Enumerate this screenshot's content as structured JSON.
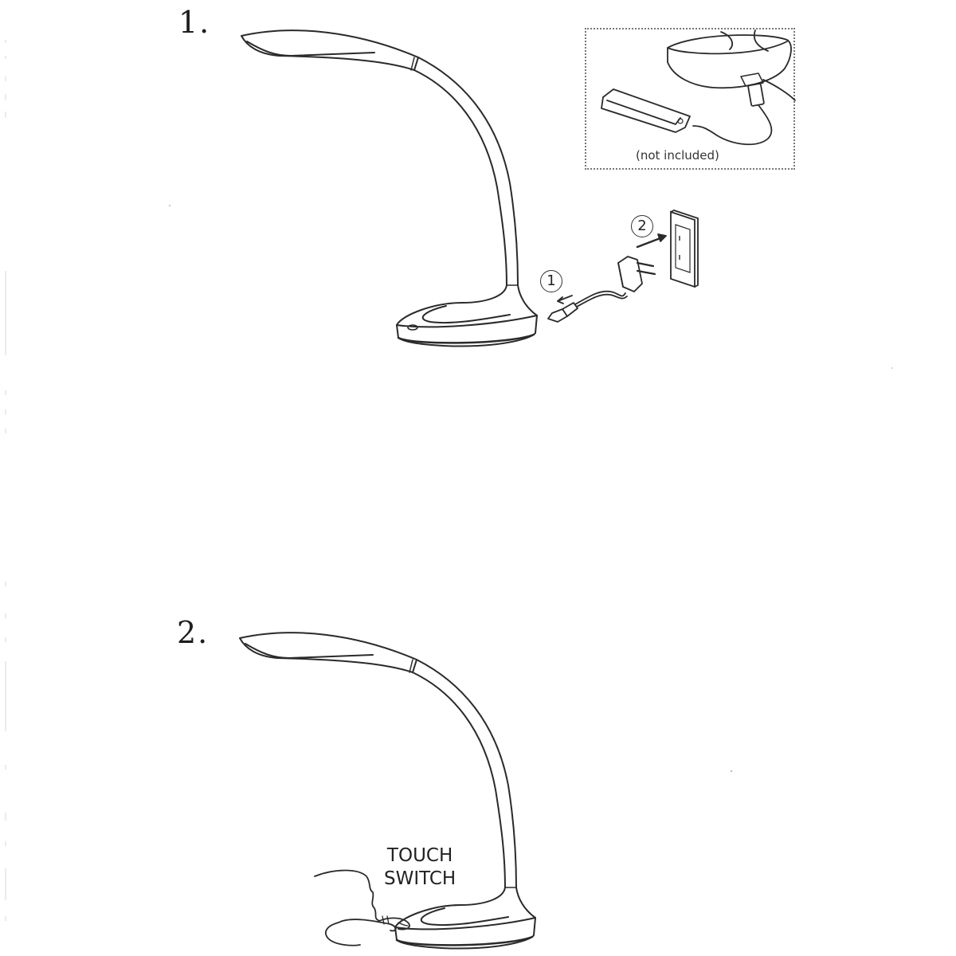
{
  "document": {
    "type": "instruction-manual-page",
    "subject": "LED desk lamp setup"
  },
  "steps": [
    {
      "number": "1.",
      "description": "Connect power adapter to lamp base, then plug adapter into wall outlet",
      "callouts": [
        {
          "marker": "1",
          "action": "plug DC connector into lamp base"
        },
        {
          "marker": "2",
          "action": "plug adapter into wall outlet"
        }
      ],
      "inset": {
        "description": "USB charging port on lamp base charging a smartphone",
        "caption": "(not included)"
      }
    },
    {
      "number": "2.",
      "description": "Tap touch switch on lamp base to turn on",
      "label_line1": "TOUCH",
      "label_line2": "SWITCH"
    }
  ],
  "colors": {
    "background": "#ffffff",
    "line": "#2a2a2a",
    "inset_border": "#777777"
  }
}
